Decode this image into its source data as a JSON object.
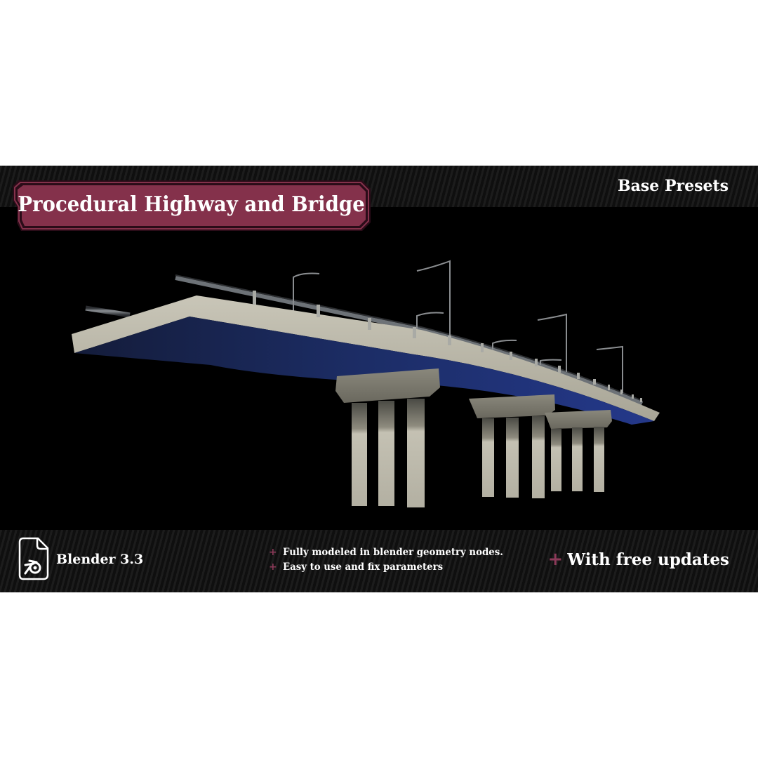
{
  "header": {
    "title": "Procedural Highway and Bridge",
    "presets_label": "Base Presets"
  },
  "colors": {
    "banner_fill": "#84314b",
    "banner_border": "#3a1020",
    "accent_plus": "#8c3a59",
    "deck_concrete": "#b9b6a6",
    "deck_underside": "#1a2a5c",
    "background": "#000000"
  },
  "render": {
    "subject": "Elevated highway bridge with concrete deck, guard rails, street lamps and three pier bents",
    "pier_groups": 3,
    "piers_per_group": 3
  },
  "footer": {
    "icon": "blender-file-icon",
    "software_label": "Blender 3.3",
    "features": [
      {
        "icon": "plus-icon",
        "text": "Fully modeled in blender geometry nodes."
      },
      {
        "icon": "plus-icon",
        "text": "Easy to use and fix parameters"
      }
    ],
    "updates": {
      "icon": "plus-icon",
      "text": "With free updates"
    }
  }
}
